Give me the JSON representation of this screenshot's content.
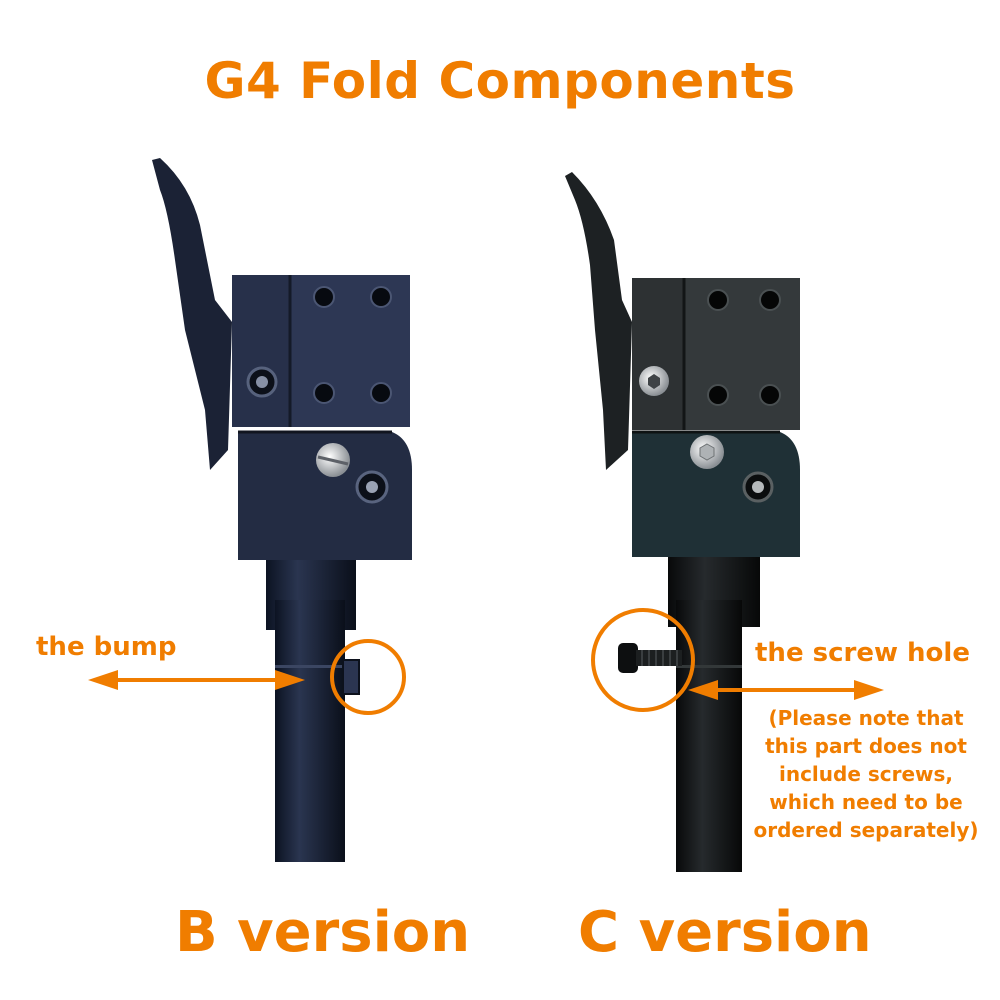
{
  "title": "G4 Fold Components",
  "colors": {
    "accent": "#f07d00",
    "part_b": "#1e2637",
    "part_c": "#1a1e20"
  },
  "b_version": {
    "label": "B version",
    "callout": "the bump"
  },
  "c_version": {
    "label": "C version",
    "callout": "the screw hole",
    "note_lines": [
      "(Please note that",
      "this part does not",
      "include screws,",
      "which need to be",
      "ordered separately)"
    ]
  }
}
